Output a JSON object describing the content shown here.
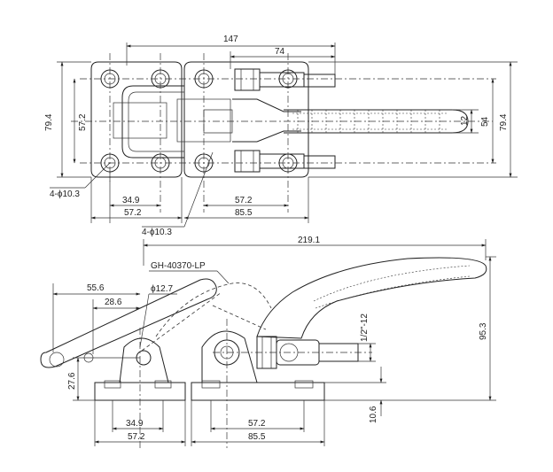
{
  "top_view": {
    "dimensions": {
      "overall_length": "147",
      "shaft_length": "74",
      "height_left": "79.4",
      "height_right": "79.4",
      "bolt_spacing_left": "57.2",
      "handle_diameter": "12",
      "handle_width": "54",
      "hole_callout_left": "4-ϕ10.3",
      "hole_callout_bottom": "4-ϕ10.3",
      "left_base_inner": "34.9",
      "left_base_outer": "57.2",
      "right_base_inner": "57.2",
      "right_base_outer": "85.5"
    }
  },
  "side_view": {
    "model_label": "GH-40370-LP",
    "dimensions": {
      "overall_length": "219.1",
      "handle_reach": "55.6",
      "pivot_offset": "28.6",
      "pin_diameter": "ϕ12.7",
      "thread_size": "1/2\"-12",
      "overall_height": "95.3",
      "pivot_height": "27.6",
      "base_thickness": "10.6",
      "left_base_inner": "34.9",
      "left_base_outer": "57.2",
      "right_base_inner": "57.2",
      "right_base_outer": "85.5"
    }
  }
}
